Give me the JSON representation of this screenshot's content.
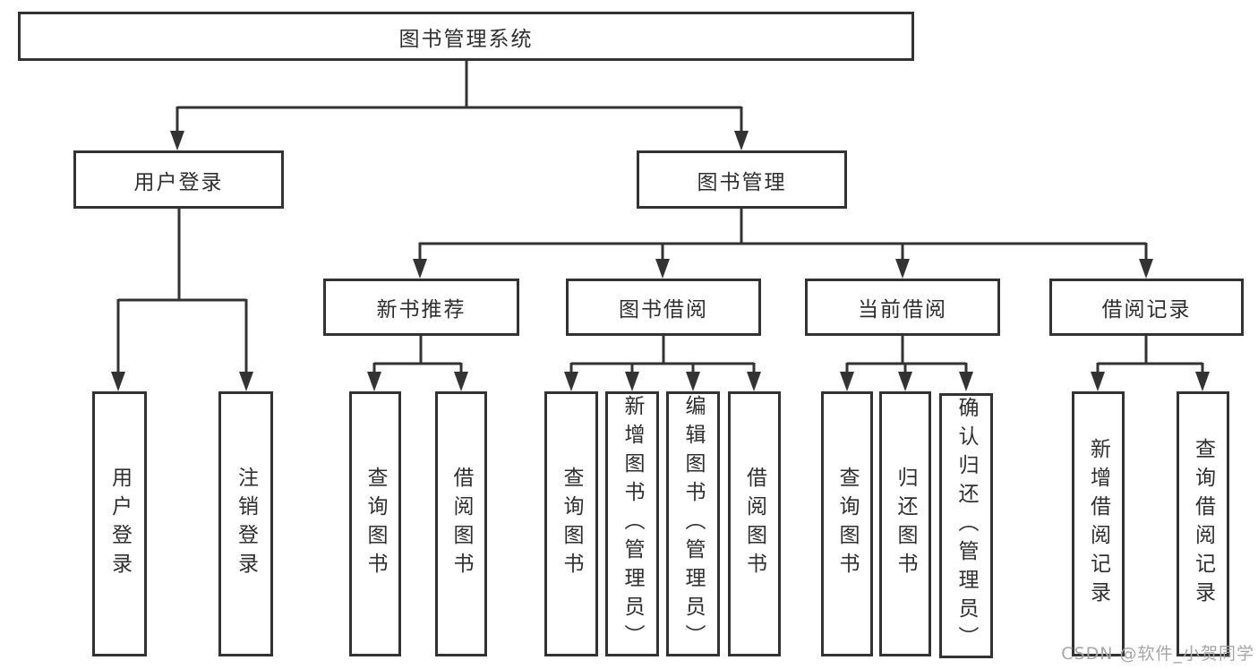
{
  "tree": {
    "root": "图书管理系统",
    "branches": [
      {
        "label": "用户登录",
        "children": [
          "用户登录",
          "注销登录"
        ]
      },
      {
        "label": "图书管理",
        "sections": [
          {
            "label": "新书推荐",
            "children": [
              "查询图书",
              "借阅图书"
            ]
          },
          {
            "label": "图书借阅",
            "children": [
              "查询图书",
              "新增图书（管理员）",
              "编辑图书（管理员）",
              "借阅图书"
            ]
          },
          {
            "label": "当前借阅",
            "children": [
              "查询图书",
              "归还图书",
              "确认归还（管理员）"
            ]
          },
          {
            "label": "借阅记录",
            "children": [
              "新增借阅记录",
              "查询借阅记录"
            ]
          }
        ]
      }
    ]
  },
  "watermark": "CSDN @软件_小贺同学",
  "colors": {
    "line": "#333333",
    "text": "#2f2f2f",
    "background": "#ffffff",
    "watermark": "#a6a6a6"
  }
}
